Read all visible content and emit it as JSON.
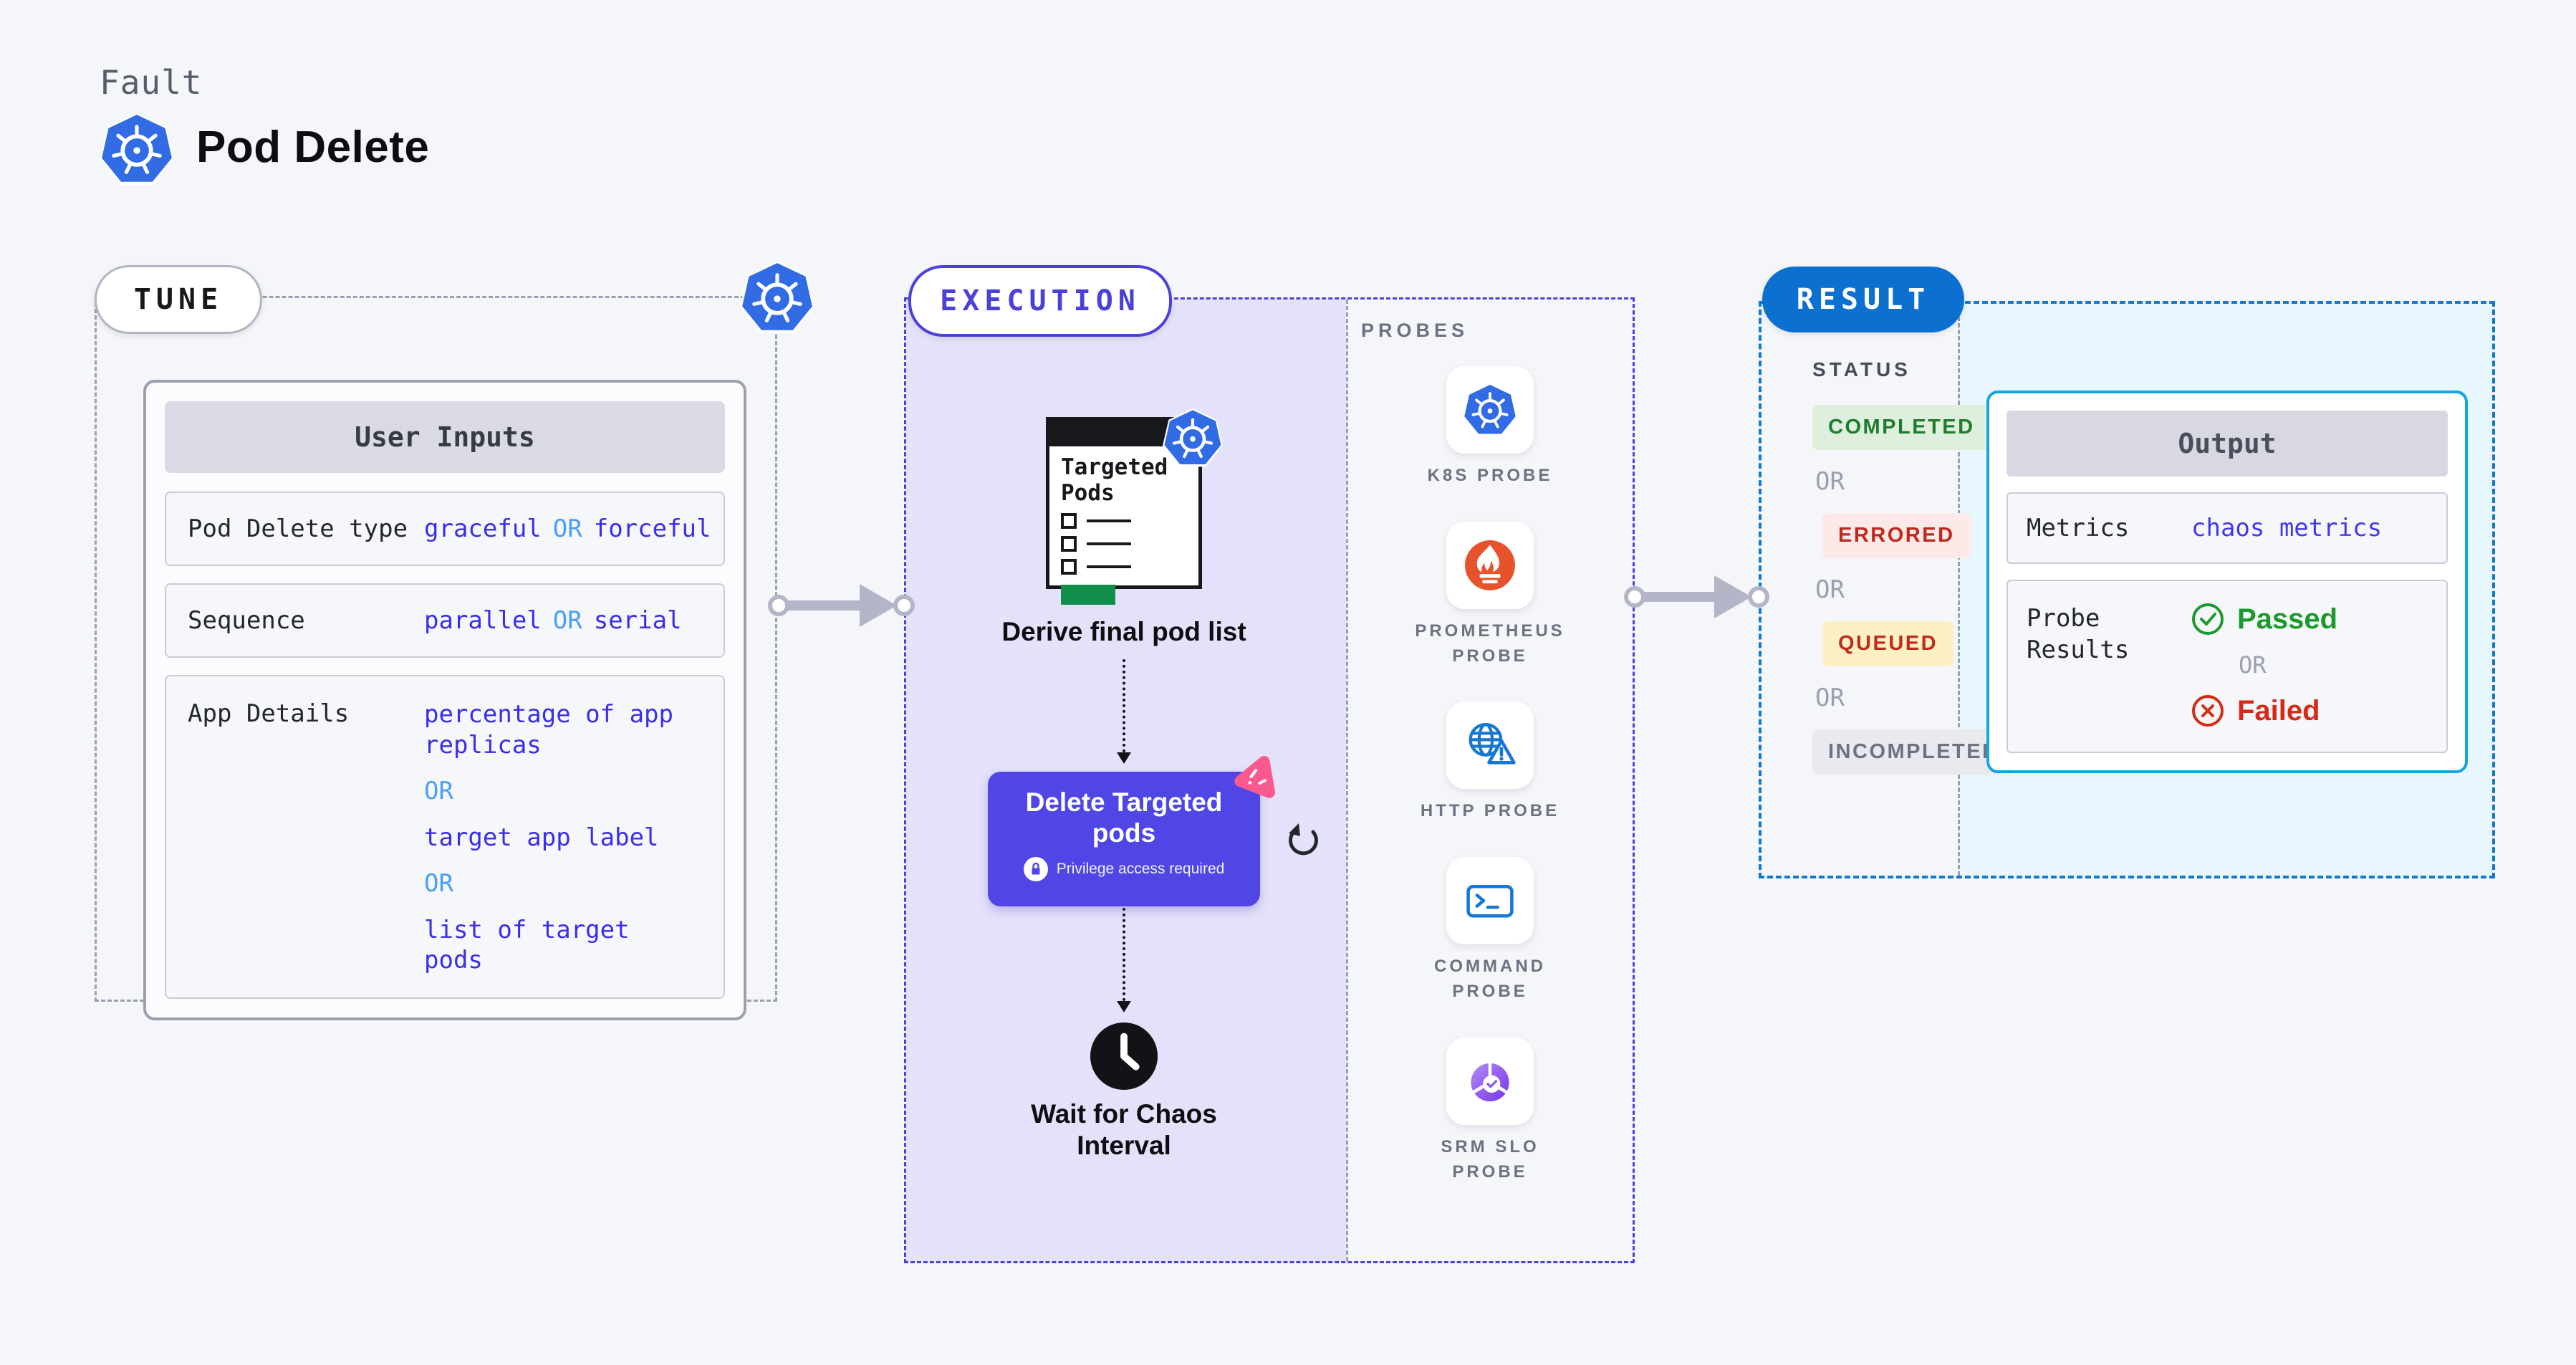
{
  "header": {
    "category": "Fault",
    "title": "Pod Delete"
  },
  "colors": {
    "page_bg": "#f5f6fa",
    "lavender_bg": "#e4e2fa",
    "cyan_bg": "#e8f6fd",
    "indigo_accent": "#4a42d8",
    "indigo_card": "#4f46e5",
    "value_text": "#3a2ee9",
    "or_text": "#4a9ff7",
    "result_blue": "#0c70d1",
    "output_border": "#13a5e0",
    "k8s_blue": "#326ce5",
    "prometheus_orange": "#e6522c",
    "chaos_pink": "#fb5a8e",
    "completed_green": "#1e7c2f",
    "errored_red": "#c1271d",
    "queued_red": "#bd2c1c",
    "incompleted_gray": "#6b7380",
    "passed_green": "#1b9a2c",
    "failed_red": "#d42a16",
    "green_bar": "#0f8f49"
  },
  "tune": {
    "badge": "TUNE",
    "panel_title": "User Inputs",
    "rows": [
      {
        "label": "Pod Delete type",
        "parts": [
          "graceful",
          "OR",
          "forceful"
        ]
      },
      {
        "label": "Sequence",
        "parts": [
          "parallel",
          "OR",
          "serial"
        ]
      },
      {
        "label": "App Details",
        "parts": [
          "percentage of app replicas",
          "OR",
          "target app label",
          "OR",
          "list of target pods"
        ]
      }
    ]
  },
  "execution": {
    "badge": "EXECUTION",
    "clipboard_title": "Targeted Pods",
    "step_derive": "Derive final pod list",
    "delete_card": {
      "title": "Delete Targeted pods",
      "privilege": "Privilege access required"
    },
    "step_wait": "Wait for Chaos Interval",
    "probes": {
      "title": "PROBES",
      "items": [
        {
          "label": "K8S PROBE",
          "icon": "kubernetes-icon"
        },
        {
          "label": "PROMETHEUS PROBE",
          "icon": "prometheus-icon"
        },
        {
          "label": "HTTP PROBE",
          "icon": "globe-warning-icon"
        },
        {
          "label": "COMMAND PROBE",
          "icon": "terminal-icon"
        },
        {
          "label": "SRM SLO PROBE",
          "icon": "slo-pie-check-icon"
        }
      ]
    }
  },
  "result": {
    "badge": "RESULT",
    "status": {
      "title": "STATUS",
      "or_label": "OR",
      "badges": [
        {
          "label": "COMPLETED"
        },
        {
          "label": "ERRORED"
        },
        {
          "label": "QUEUED"
        },
        {
          "label": "INCOMPLETED"
        }
      ]
    },
    "output": {
      "panel_title": "Output",
      "metrics_label": "Metrics",
      "metrics_value": "chaos metrics",
      "probe_results_label": "Probe Results",
      "passed_label": "Passed",
      "or_label": "OR",
      "failed_label": "Failed"
    }
  }
}
